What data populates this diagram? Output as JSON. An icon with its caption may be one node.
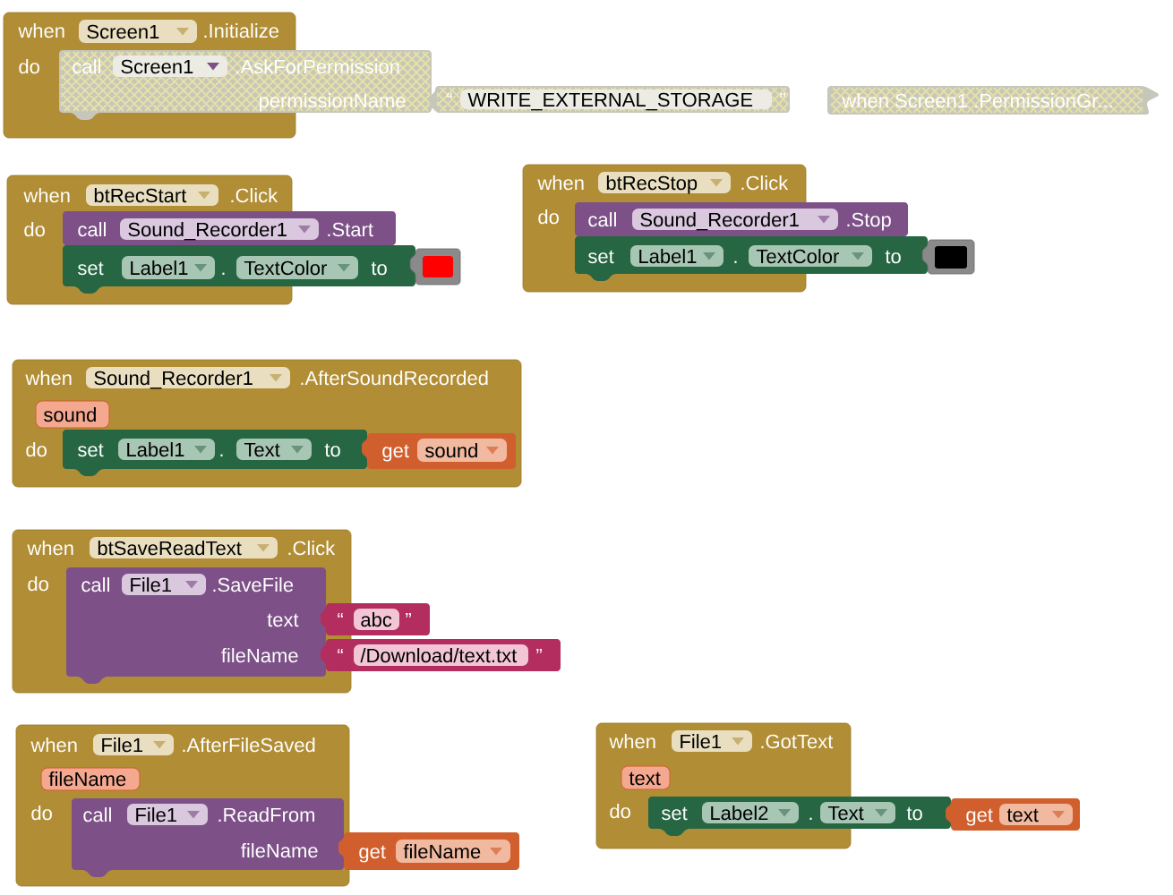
{
  "diagram": {
    "nodes": [
      {
        "text": [
          "when",
          ".Initialize",
          "do"
        ]
      },
      {
        "text": [
          "Screen1"
        ],
        "in": 0
      },
      {
        "text": [
          "call",
          ".AskForPermission",
          "permissionName"
        ]
      },
      {
        "text": [
          "Screen1"
        ]
      },
      {
        "text": [
          "“",
          "”"
        ]
      },
      {
        "text": [
          "WRITE_EXTERNAL_STORAGE"
        ],
        "in": 4
      },
      {
        "text": [
          "when Screen1 .PermissionGr..."
        ]
      },
      {
        "text": [
          "when",
          ".Click",
          "do"
        ]
      },
      {
        "text": [
          "btRecStart"
        ],
        "in": 7
      },
      {
        "text": [
          "call",
          ".Start"
        ]
      },
      {
        "text": [
          "Sound_Recorder1"
        ],
        "in": 9
      },
      {
        "text": [
          "set",
          ".",
          "to"
        ]
      },
      {
        "text": [
          "Label1"
        ]
      },
      {
        "text": [
          "TextColor"
        ],
        "in": 11
      },
      {
        "text": [],
        "shape": "box"
      },
      {
        "text": [
          "when",
          ".Click",
          "do"
        ]
      },
      {
        "text": [
          "btRecStop"
        ],
        "in": 15
      },
      {
        "text": [
          "call",
          ".Stop"
        ]
      },
      {
        "text": [
          "Sound_Recorder1"
        ],
        "in": 17
      },
      {
        "text": [
          "set",
          ".",
          "to"
        ]
      },
      {
        "text": [
          "Label1"
        ]
      },
      {
        "text": [
          "TextColor"
        ],
        "in": 19
      },
      {
        "text": [],
        "shape": "box"
      },
      {
        "text": [
          "when",
          ".AfterSoundRecorded",
          "do"
        ]
      },
      {
        "text": [
          "Sound_Recorder1"
        ],
        "in": 23
      },
      {
        "text": [
          "sound"
        ],
        "in": 23
      },
      {
        "text": [
          "set",
          ".",
          "to"
        ],
        "in": 23
      },
      {
        "text": [
          "Label1"
        ],
        "in": 26
      },
      {
        "text": [
          "Text"
        ],
        "in": 26
      },
      {
        "text": [
          "get"
        ],
        "in": 23
      },
      {
        "text": [
          "sound"
        ],
        "in": 29
      },
      {
        "text": [
          "when",
          ".Click",
          "do"
        ]
      },
      {
        "text": [
          "btSaveReadText"
        ],
        "in": 31
      },
      {
        "text": [
          "call",
          ".SaveFile",
          "text",
          "fileName"
        ],
        "in": 31
      },
      {
        "text": [
          "File1"
        ],
        "in": 33
      },
      {
        "text": [
          "“",
          "”"
        ]
      },
      {
        "text": [
          "abc"
        ],
        "in": 35
      },
      {
        "text": [
          "“",
          "”"
        ]
      },
      {
        "text": [
          "/Download/text.txt"
        ],
        "in": 37
      },
      {
        "text": [
          "when",
          ".AfterFileSaved",
          "do"
        ]
      },
      {
        "text": [
          "File1"
        ],
        "in": 39
      },
      {
        "text": [
          "fileName"
        ],
        "in": 39
      },
      {
        "text": [
          "call",
          ".ReadFrom",
          "fileName"
        ],
        "in": 39
      },
      {
        "text": [
          "File1"
        ],
        "in": 42
      },
      {
        "text": [
          "get"
        ]
      },
      {
        "text": [
          "fileName"
        ],
        "in": 44
      },
      {
        "text": [
          "when",
          ".GotText",
          "do"
        ]
      },
      {
        "text": [
          "File1"
        ],
        "in": 46
      },
      {
        "text": [
          "text"
        ],
        "in": 46
      },
      {
        "text": [
          "set",
          ".",
          "to"
        ]
      },
      {
        "text": [
          "Label2"
        ]
      },
      {
        "text": [
          "Text"
        ],
        "in": 49
      },
      {
        "text": [
          "get"
        ]
      },
      {
        "text": [
          "text"
        ],
        "in": 52
      }
    ]
  }
}
